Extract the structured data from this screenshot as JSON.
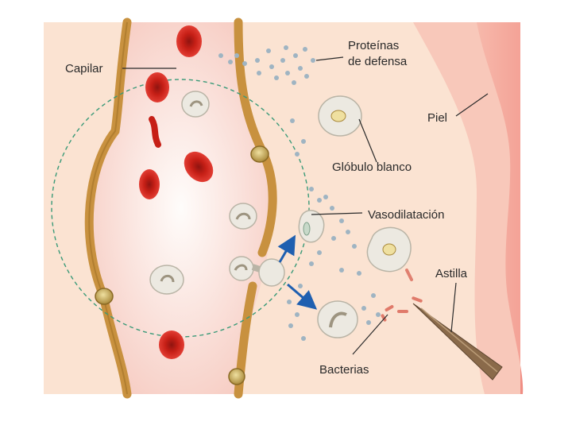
{
  "labels": {
    "capillary": "Capilar",
    "defense_proteins_line1": "Proteínas",
    "defense_proteins_line2": "de defensa",
    "skin": "Piel",
    "white_blood_cell": "Glóbulo blanco",
    "vasodilation": "Vasodilatación",
    "splinter": "Astilla",
    "bacteria": "Bacterias"
  },
  "colors": {
    "tissue": "#fbe3d2",
    "skin": "#f4a79b",
    "vessel_wall": "#c8913f",
    "red_cell": "#d92a1e",
    "white_cell": "#ece9e1",
    "arrow": "#1f5fb0",
    "protein_dot": "#9fb4c2",
    "inflammation_zone": "#3a9a78"
  }
}
